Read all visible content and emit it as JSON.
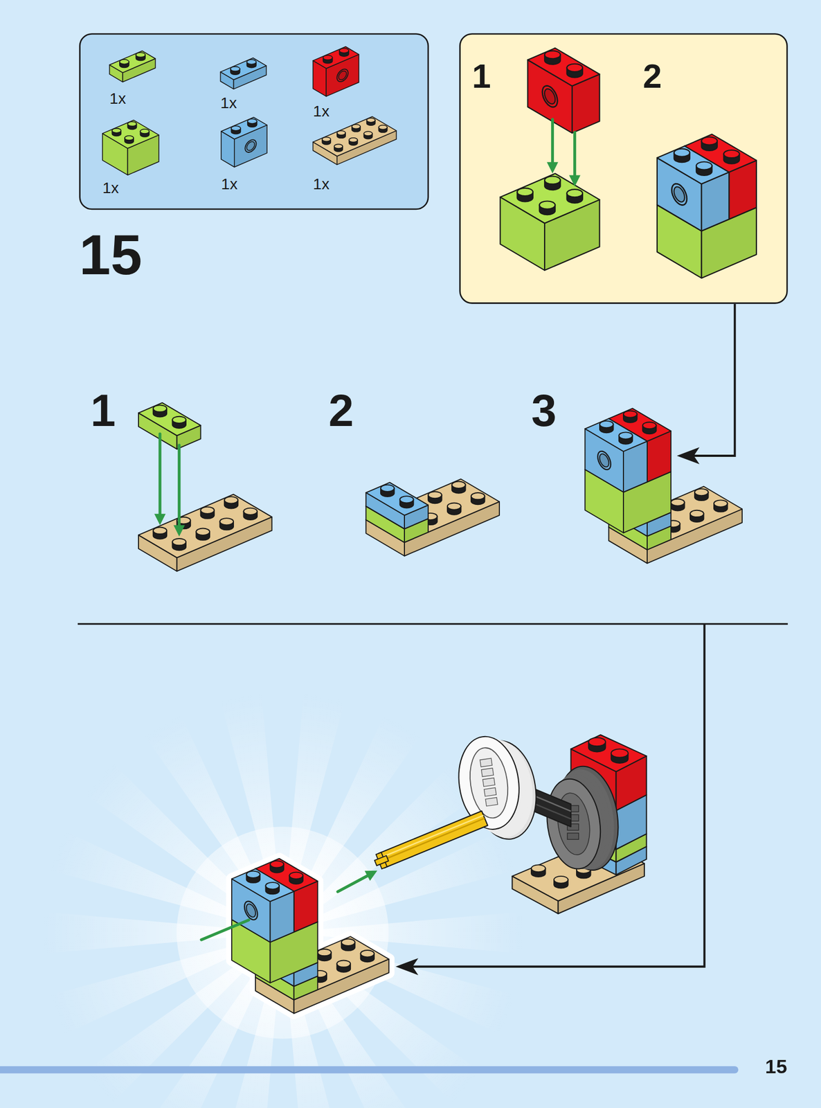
{
  "diagram": {
    "nodes": [
      {
        "text": [
          "1x",
          "1x",
          "1x",
          "1x",
          "1x",
          "1x"
        ]
      },
      {
        "text": [
          "1",
          "2"
        ]
      }
    ],
    "labels": [
      "15",
      "1",
      "2",
      "3",
      "15"
    ]
  }
}
